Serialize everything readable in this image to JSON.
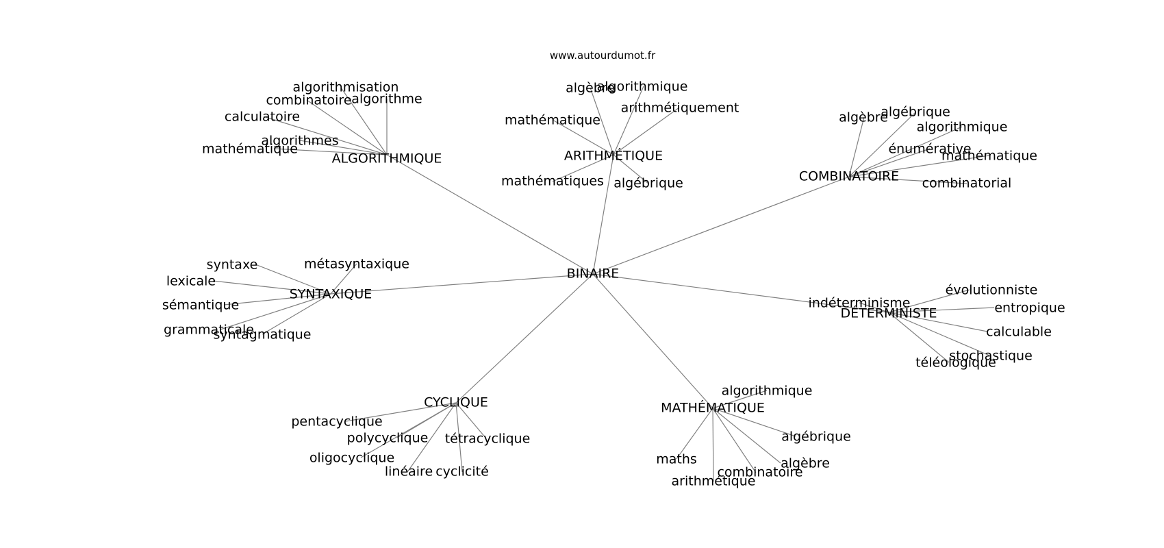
{
  "site": "www.autourdumot.fr",
  "center": "BINAIRE",
  "hubs": [
    {
      "label": "ALGORITHMIQUE",
      "leaves": [
        "algorithmisation",
        "combinatoire",
        "algorithme",
        "calculatoire",
        "algorithmes",
        "mathématique"
      ]
    },
    {
      "label": "ARITHMÉTIQUE",
      "leaves": [
        "algèbre",
        "algorithmique",
        "arithmétiquement",
        "mathématique",
        "mathématiques",
        "algébrique"
      ]
    },
    {
      "label": "COMBINATOIRE",
      "leaves": [
        "algèbre",
        "algébrique",
        "algorithmique",
        "énumérative",
        "mathématique",
        "combinatorial"
      ]
    },
    {
      "label": "SYNTAXIQUE",
      "leaves": [
        "syntaxe",
        "métasyntaxique",
        "lexicale",
        "sémantique",
        "grammaticale",
        "syntagmatique"
      ]
    },
    {
      "label": "DÉTERMINISTE",
      "leaves": [
        "évolutionniste",
        "indéterminisme",
        "entropique",
        "calculable",
        "stochastique",
        "téléologique"
      ]
    },
    {
      "label": "CYCLIQUE",
      "leaves": [
        "pentacyclique",
        "polycyclique",
        "tétracyclique",
        "oligocyclique",
        "linéaire",
        "cyclicité"
      ]
    },
    {
      "label": "MATHÉMATIQUE",
      "leaves": [
        "algorithmique",
        "algébrique",
        "maths",
        "algèbre",
        "combinatoire",
        "arithmétique"
      ]
    }
  ]
}
